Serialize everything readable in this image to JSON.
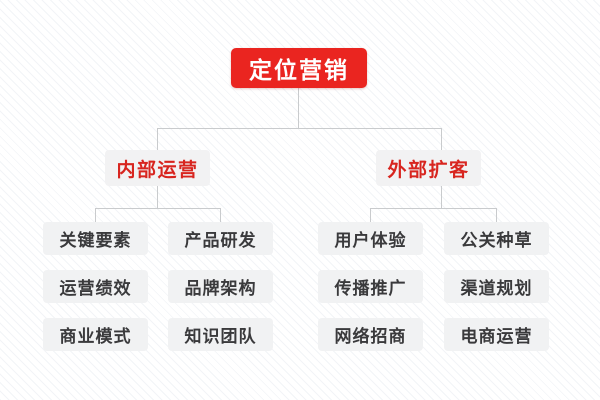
{
  "diagram": {
    "type": "org-tree",
    "title": "定位营销",
    "accent_color": "#ea2520",
    "node_bg_color": "#f1f2f3",
    "leaf_text_color": "#3a3a3c",
    "connector_color": "#c9cbcd",
    "background_color": "#fefeff",
    "root": {
      "label": "定位营销"
    },
    "branches": [
      {
        "label": "内部运营",
        "leaves": [
          {
            "label": "关键要素"
          },
          {
            "label": "产品研发"
          },
          {
            "label": "运营绩效"
          },
          {
            "label": "品牌架构"
          },
          {
            "label": "商业模式"
          },
          {
            "label": "知识团队"
          }
        ]
      },
      {
        "label": "外部扩客",
        "leaves": [
          {
            "label": "用户体验"
          },
          {
            "label": "公关种草"
          },
          {
            "label": "传播推广"
          },
          {
            "label": "渠道规划"
          },
          {
            "label": "网络招商"
          },
          {
            "label": "电商运营"
          }
        ]
      }
    ]
  }
}
